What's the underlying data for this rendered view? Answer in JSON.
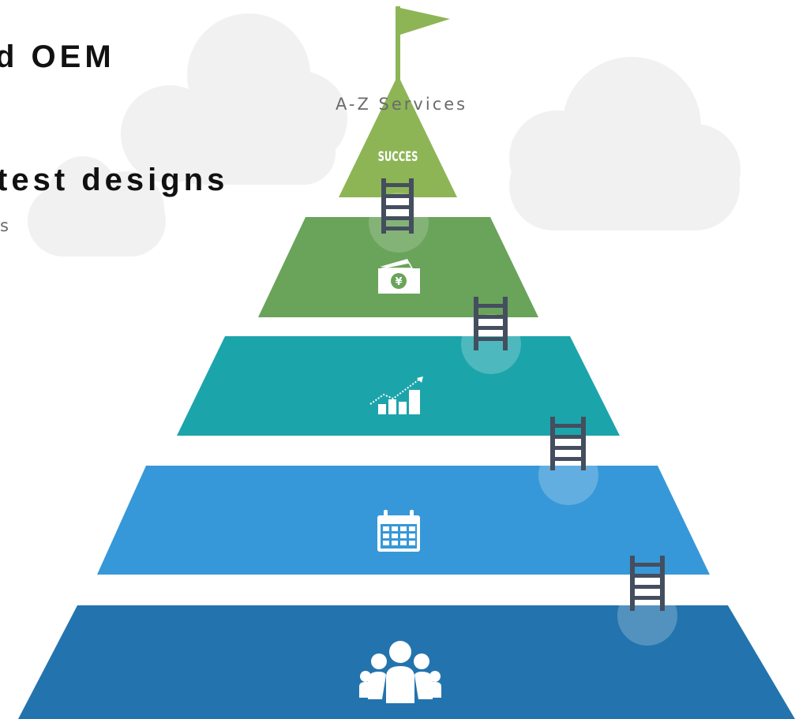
{
  "text": {
    "heading_oem": "d OEM",
    "sub_oem": "A-Z Services",
    "heading_designs": "test designs",
    "sub_designs": "s"
  },
  "pyramid": {
    "peak_label": "SUCCES",
    "tiers": [
      {
        "name": "money",
        "icon": "money-envelope-icon",
        "color": "#6aa35a"
      },
      {
        "name": "growth",
        "icon": "growth-chart-icon",
        "color": "#1ca4ab"
      },
      {
        "name": "schedule",
        "icon": "calendar-icon",
        "color": "#3698d8"
      },
      {
        "name": "team",
        "icon": "people-group-icon",
        "color": "#2374ae"
      }
    ],
    "peak_color": "#8db556",
    "flag_color": "#8db556",
    "ladder_color": "#444e5e"
  },
  "colors": {
    "cloud": "#f1f1f1",
    "heading": "#111111",
    "subheading": "#6b6b6b"
  }
}
